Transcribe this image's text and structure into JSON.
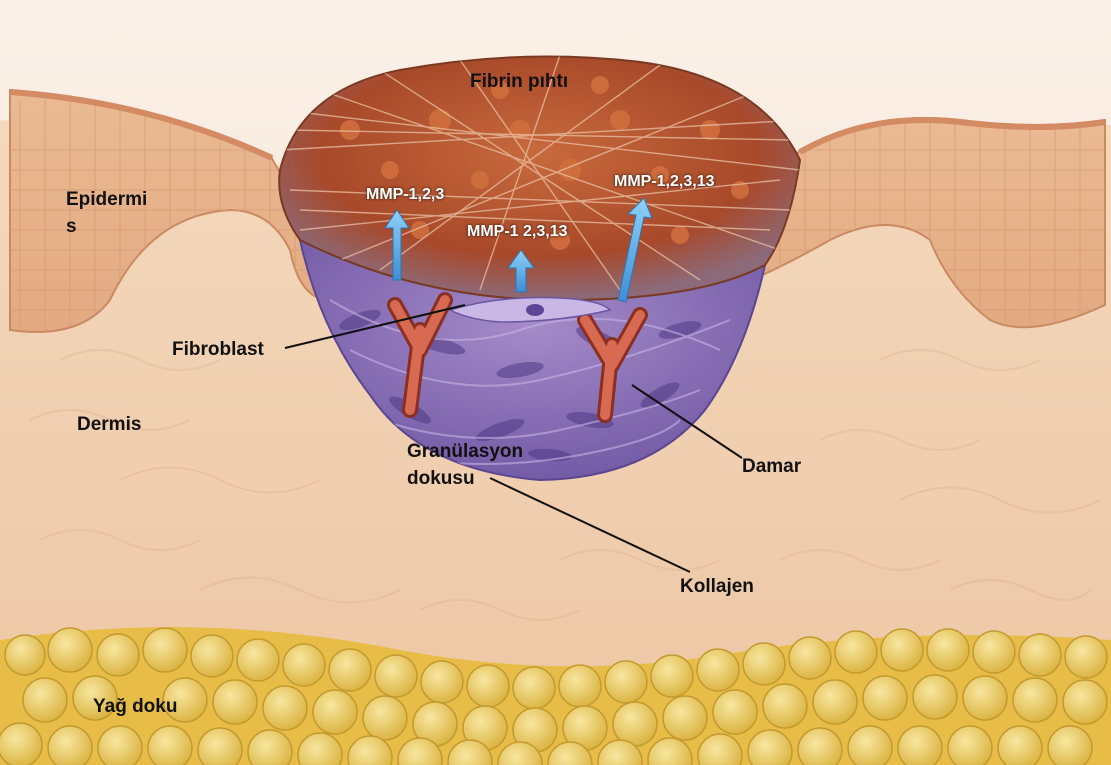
{
  "labels": {
    "fibrin": "Fibrin pıhtı",
    "epidermis_1": "Epidermi",
    "epidermis_2": "s",
    "dermis": "Dermis",
    "fibroblast": "Fibroblast",
    "granulation_1": "Granülasyon",
    "granulation_2": "dokusu",
    "vessel": "Damar",
    "collagen": "Kollajen",
    "fat": "Yağ doku"
  },
  "mmp": {
    "left": "MMP-1,2,3",
    "center": "MMP-1 2,3,13",
    "right": "MMP-1,2,3,13"
  },
  "colors": {
    "background": "#f6e8dc",
    "dermis": "#f1d4b6",
    "epidermis": "#eab68f",
    "fibrin_clot": "#b5552c",
    "granulation": "#8e74b8",
    "vessel": "#c1503b",
    "fat": "#eccb57",
    "arrow": "#5aa9e6",
    "leader_line": "#111111"
  }
}
